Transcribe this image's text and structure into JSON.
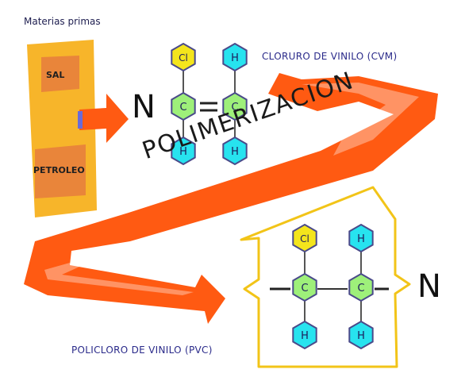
{
  "raw_materials": {
    "title": "Materias primas",
    "items": [
      "SAL",
      "PETROLEO"
    ]
  },
  "monomer_label": "CLORURO DE VINILO (CVM)",
  "process_label": "POLIMERIZACION",
  "polymer_label": "POLICLORO DE VINILO (PVC)",
  "multiplier": "N",
  "atoms": {
    "chlorine": "Cl",
    "carbon": "C",
    "hydrogen": "H"
  },
  "bonds": {
    "double": "=",
    "single": "–"
  },
  "colors": {
    "arrow": "#ff5a12",
    "raw_panel": "#f7b52a",
    "panel_box": "#e88a2e",
    "bracket": "#f2c418",
    "chlorine": "#f4e51c",
    "carbon": "#9ef07a",
    "hydrogen": "#27e3ef",
    "text": "#2a2a8a"
  }
}
